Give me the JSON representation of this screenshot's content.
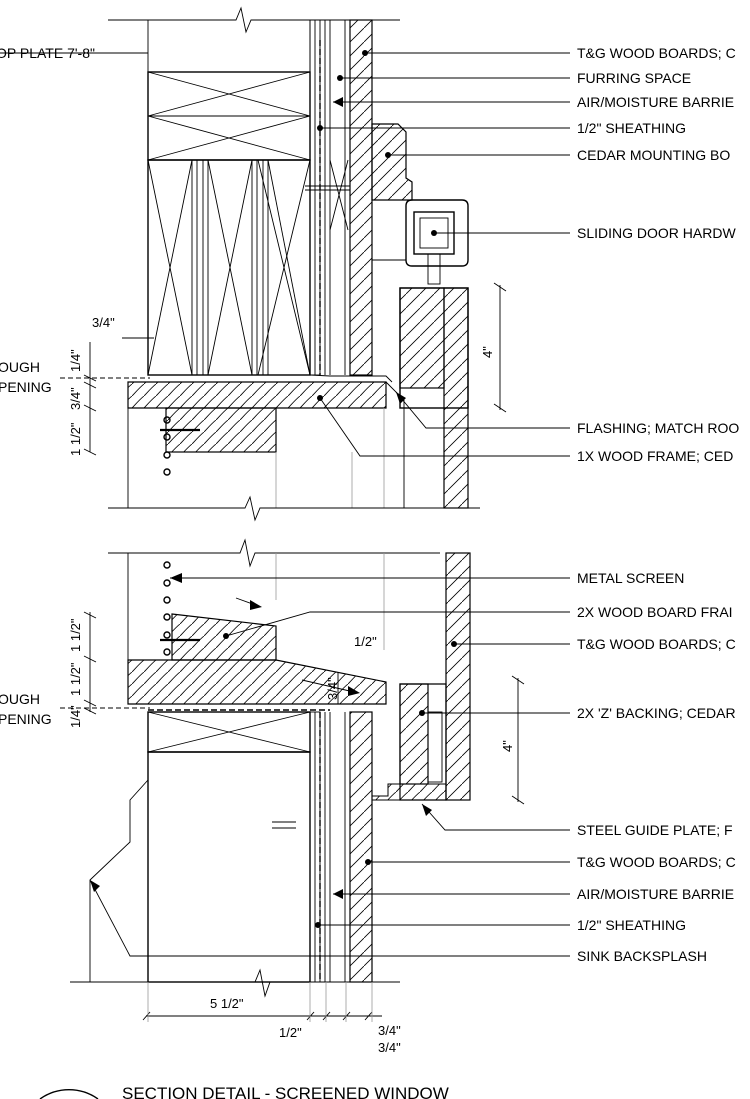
{
  "labels_top": {
    "top_plate": "OP PLATE 7'-8\"",
    "tg_boards": "T&G WOOD BOARDS; C",
    "furring": "FURRING SPACE",
    "air_barrier": "AIR/MOISTURE BARRIE",
    "sheathing": "1/2\" SHEATHING",
    "cedar_mount": "CEDAR MOUNTING BO",
    "sliding_door": "SLIDING DOOR HARDW",
    "flashing": "FLASHING; MATCH ROO",
    "wood_frame": "1X WOOD FRAME; CED",
    "rough_1": "OUGH",
    "opening_1": "PENING"
  },
  "labels_bottom": {
    "metal_screen": "METAL SCREEN",
    "board_frame": "2X WOOD BOARD FRAI",
    "tg_boards_2": "T&G WOOD BOARDS; C",
    "z_backing": "2X 'Z' BACKING; CEDAR",
    "steel_guide": "STEEL GUIDE PLATE; F",
    "tg_boards_3": "T&G WOOD BOARDS; C",
    "air_barrier_2": "AIR/MOISTURE BARRIE",
    "sheathing_2": "1/2\" SHEATHING",
    "backsplash": "SINK BACKSPLASH",
    "rough_2": "OUGH",
    "opening_2": "PENING"
  },
  "dims": {
    "d34_a": "3/4\"",
    "d14_a": "1/4\"",
    "d34_b": "3/4\"",
    "d112_a": "1 1/2\"",
    "d4_a": "4\"",
    "d112_b": "1 1/2\"",
    "d112_c": "1 1/2\"",
    "d14_b": "1/4\"",
    "d12_a": "1/2\"",
    "d34_c": "3/4\"",
    "d4_b": "4\"",
    "d512": "5 1/2\"",
    "d12_b": "1/2\"",
    "d34_d": "3/4\"",
    "d34_e": "3/4\""
  },
  "title": "SECTION DETAIL - SCREENED WINDOW"
}
